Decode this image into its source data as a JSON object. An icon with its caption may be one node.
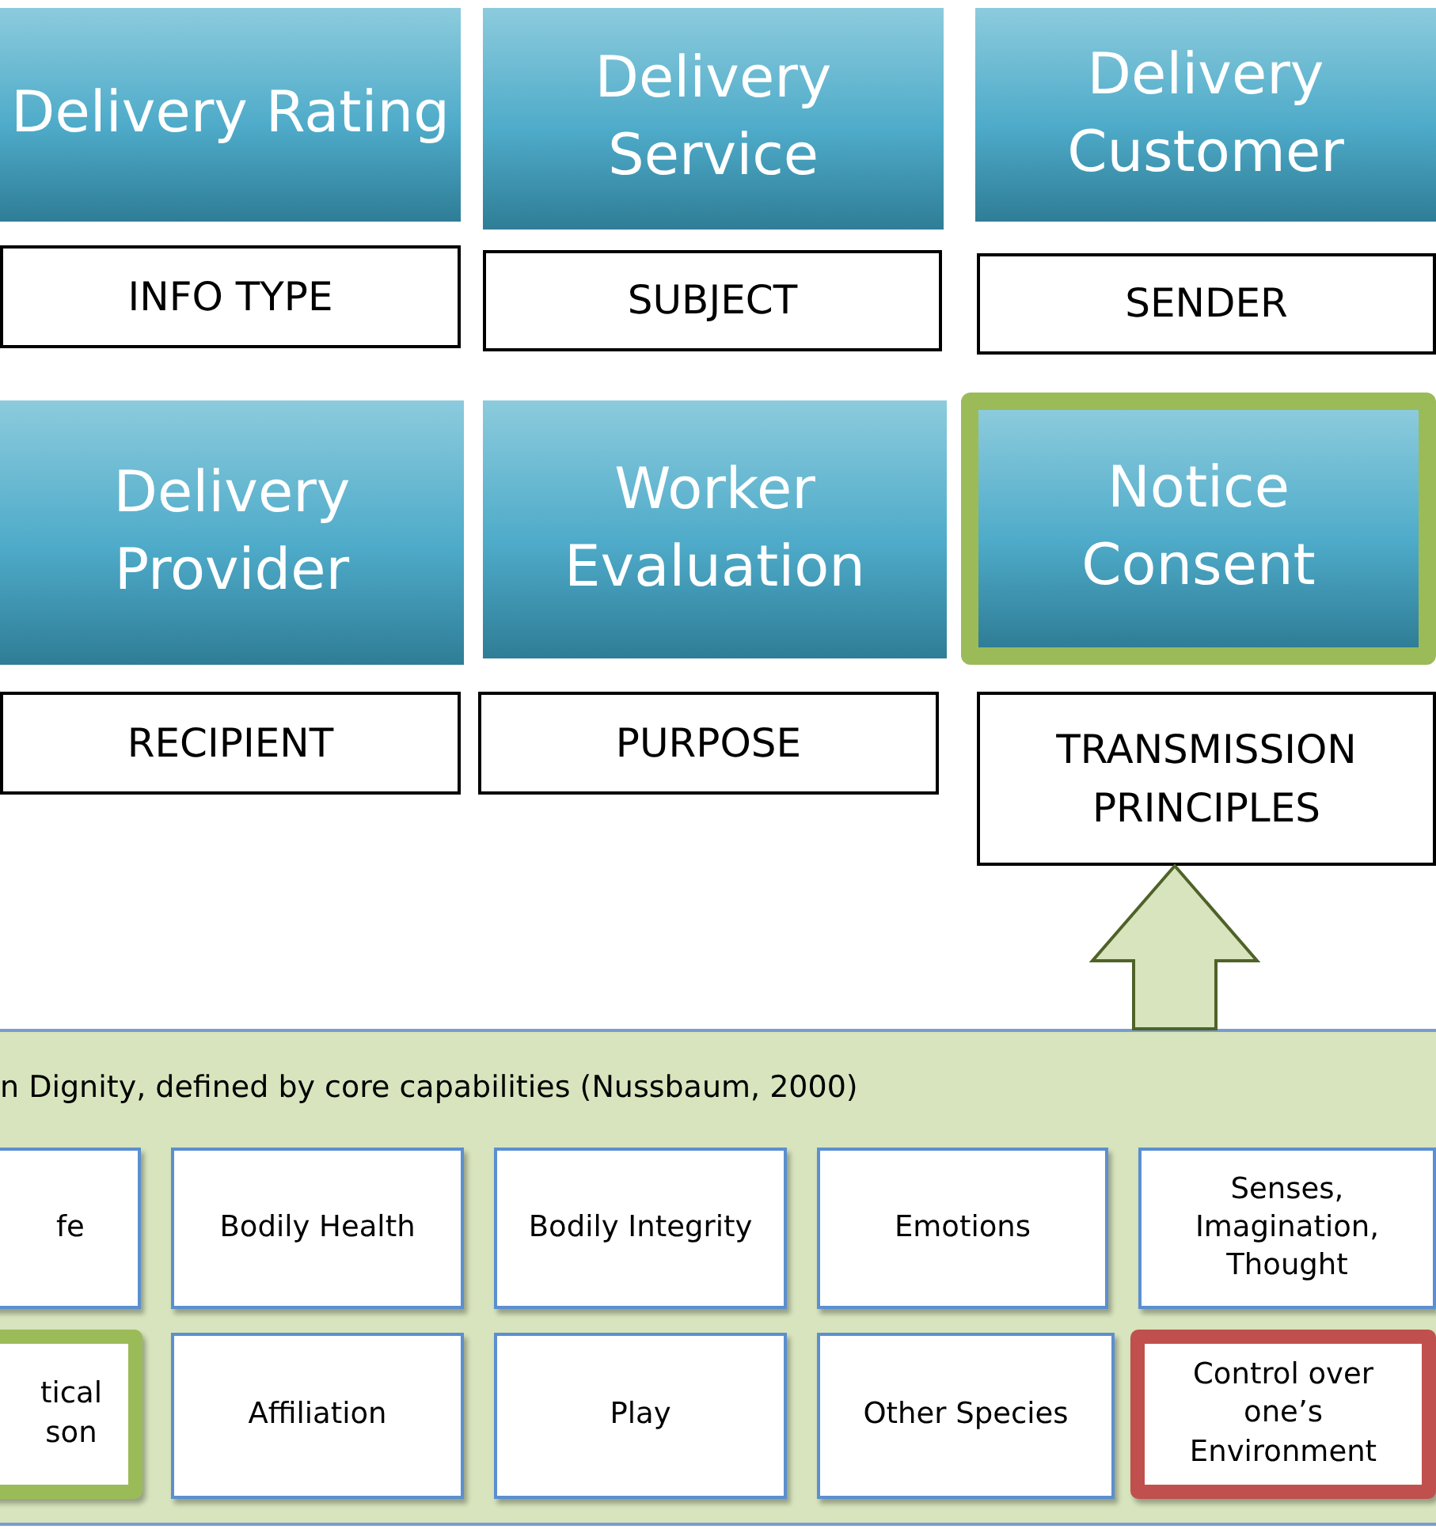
{
  "diagram": {
    "nodes": [
      {
        "text": [
          "Delivery Rating"
        ]
      },
      {
        "text": [
          "Delivery Service"
        ]
      },
      {
        "text": [
          "Delivery Customer"
        ]
      },
      {
        "text": [
          "INFO TYPE"
        ]
      },
      {
        "text": [
          "SUBJECT"
        ]
      },
      {
        "text": [
          "SENDER"
        ]
      },
      {
        "text": [
          "Delivery Provider"
        ]
      },
      {
        "text": [
          "Worker Evaluation"
        ]
      },
      {
        "text": [
          "Notice Consent"
        ]
      },
      {
        "text": [
          "RECIPIENT"
        ]
      },
      {
        "text": [
          "PURPOSE"
        ]
      },
      {
        "text": [
          "TRANSMISSION PRINCIPLES"
        ]
      },
      {
        "text": [
          "n Dignity, defined by core capabilities (Nussbaum, 2000)"
        ]
      },
      {
        "text": [
          "fe"
        ],
        "in": 12
      },
      {
        "text": [
          "Bodily Health"
        ],
        "in": 12
      },
      {
        "text": [
          "Bodily Integrity"
        ],
        "in": 12
      },
      {
        "text": [
          "Emotions"
        ],
        "in": 12
      },
      {
        "text": [
          "Senses, Imagination, Thought"
        ],
        "in": 12
      },
      {
        "text": [
          "tical son"
        ],
        "in": 12
      },
      {
        "text": [
          "Affiliation"
        ],
        "in": 12
      },
      {
        "text": [
          "Play"
        ],
        "in": 12
      },
      {
        "text": [
          "Other Species"
        ],
        "in": 12
      },
      {
        "text": [
          "Control over one’s Environment"
        ],
        "in": 12
      }
    ],
    "edges": [
      {
        "from": 12,
        "to": 11,
        "arrow": "to",
        "style": "thick"
      }
    ]
  }
}
